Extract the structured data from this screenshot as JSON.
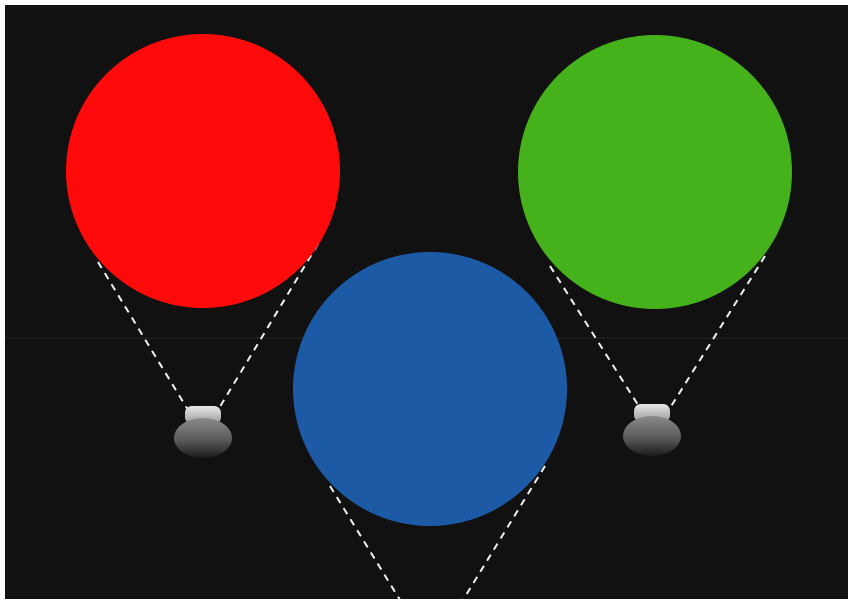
{
  "figure": {
    "background_color": "#111111",
    "frame_color": "#ffffff",
    "beam_line_color": "#f2f2f2",
    "lights": [
      {
        "color_name": "red",
        "fill": "#ff0a0a",
        "has_projector": true
      },
      {
        "color_name": "blue",
        "fill": "#1d5aa6",
        "has_projector": false
      },
      {
        "color_name": "green",
        "fill": "#45b21c",
        "has_projector": true
      }
    ]
  }
}
